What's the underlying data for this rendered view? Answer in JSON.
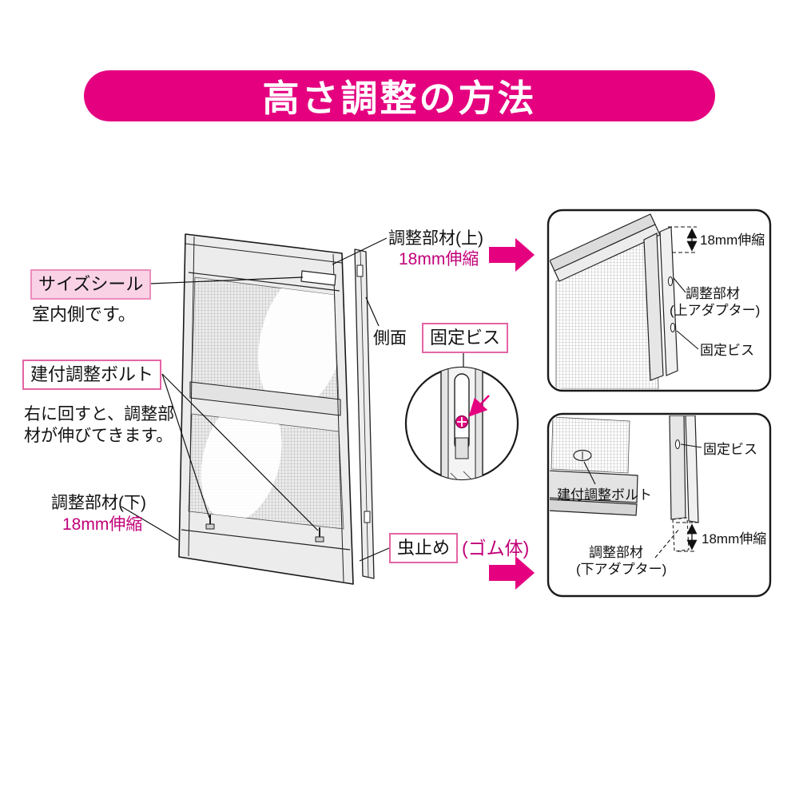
{
  "title": "高さ調整の方法",
  "colors": {
    "banner_magenta": "#e4007f",
    "accent_magenta": "#c10078",
    "label_box_border": "#e564a4"
  },
  "labels": {
    "size_seal": "サイズシール",
    "indoor_side": "室内側です。",
    "fitting_bolt": "建付調整ボルト",
    "bolt_note_line1": "右に回すと、調整部",
    "bolt_note_line2": "材が伸びてきます。",
    "adjust_lower": "調整部材(下)",
    "adjust_upper": "調整部材(上)",
    "stretch_18mm": "18mm伸縮",
    "side_face": "側面",
    "fixing_screw": "固定ビス",
    "insect_stop": "虫止め",
    "rubber_body": "(ゴム体)",
    "adjust_part": "調整部材",
    "upper_adapter": "(上アダプター)",
    "lower_adapter": "(下アダプター)"
  }
}
